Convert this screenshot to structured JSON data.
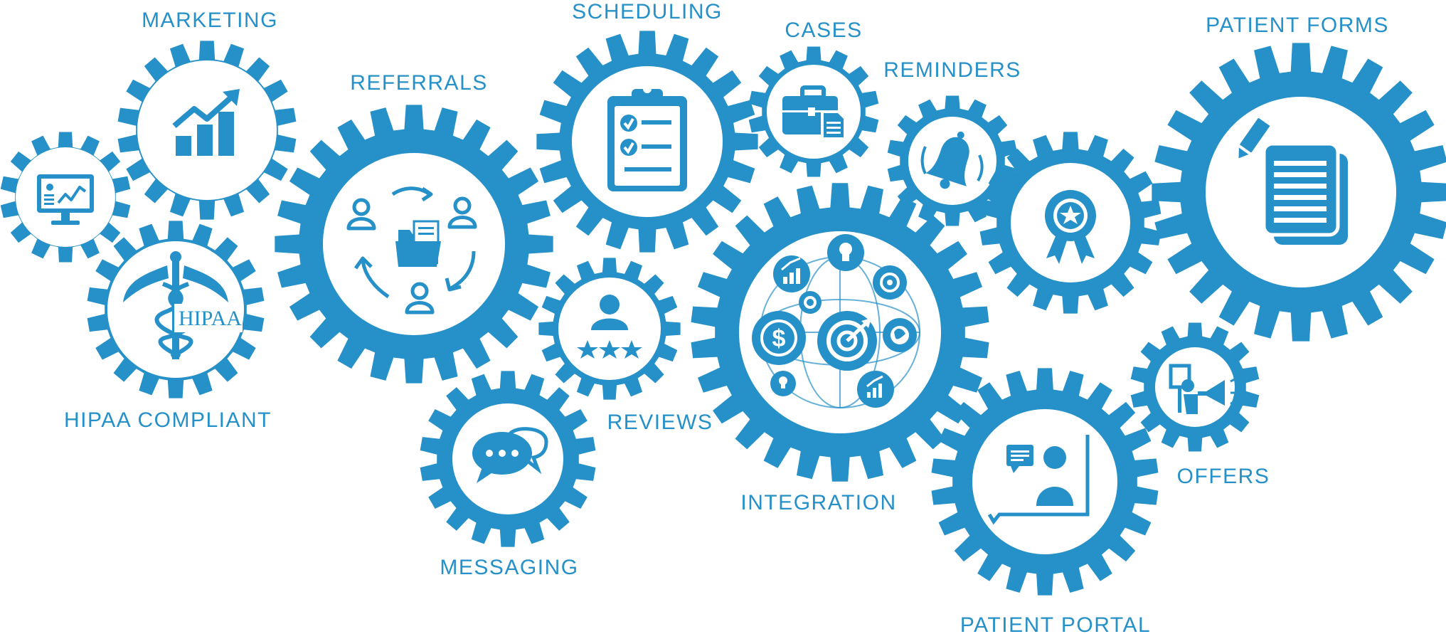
{
  "theme": {
    "gear_color": "#2690c9",
    "background": "#ffffff"
  },
  "modules": [
    {
      "id": "dashboard",
      "label": "",
      "icon": "monitor-chart-icon"
    },
    {
      "id": "marketing",
      "label": "MARKETING",
      "icon": "growth-chart-icon"
    },
    {
      "id": "hipaa",
      "label": "HIPAA COMPLIANT",
      "icon": "caduceus-hipaa-icon",
      "icon_text": "HIPAA"
    },
    {
      "id": "referrals",
      "label": "REFERRALS",
      "icon": "referral-cycle-icon"
    },
    {
      "id": "scheduling",
      "label": "SCHEDULING",
      "icon": "clipboard-checklist-icon"
    },
    {
      "id": "cases",
      "label": "CASES",
      "icon": "briefcase-icon"
    },
    {
      "id": "reminders",
      "label": "REMINDERS",
      "icon": "bell-icon"
    },
    {
      "id": "reviews",
      "label": "REVIEWS",
      "icon": "person-stars-icon"
    },
    {
      "id": "messaging",
      "label": "MESSAGING",
      "icon": "chat-bubbles-icon"
    },
    {
      "id": "integration",
      "label": "INTEGRATION",
      "icon": "integration-network-icon"
    },
    {
      "id": "awards",
      "label": "",
      "icon": "award-ribbon-icon"
    },
    {
      "id": "patient-forms",
      "label": "PATIENT FORMS",
      "icon": "document-pencil-icon"
    },
    {
      "id": "offers",
      "label": "OFFERS",
      "icon": "megaphone-icon"
    },
    {
      "id": "patient-portal",
      "label": "PATIENT PORTAL",
      "icon": "presentation-user-icon"
    }
  ]
}
